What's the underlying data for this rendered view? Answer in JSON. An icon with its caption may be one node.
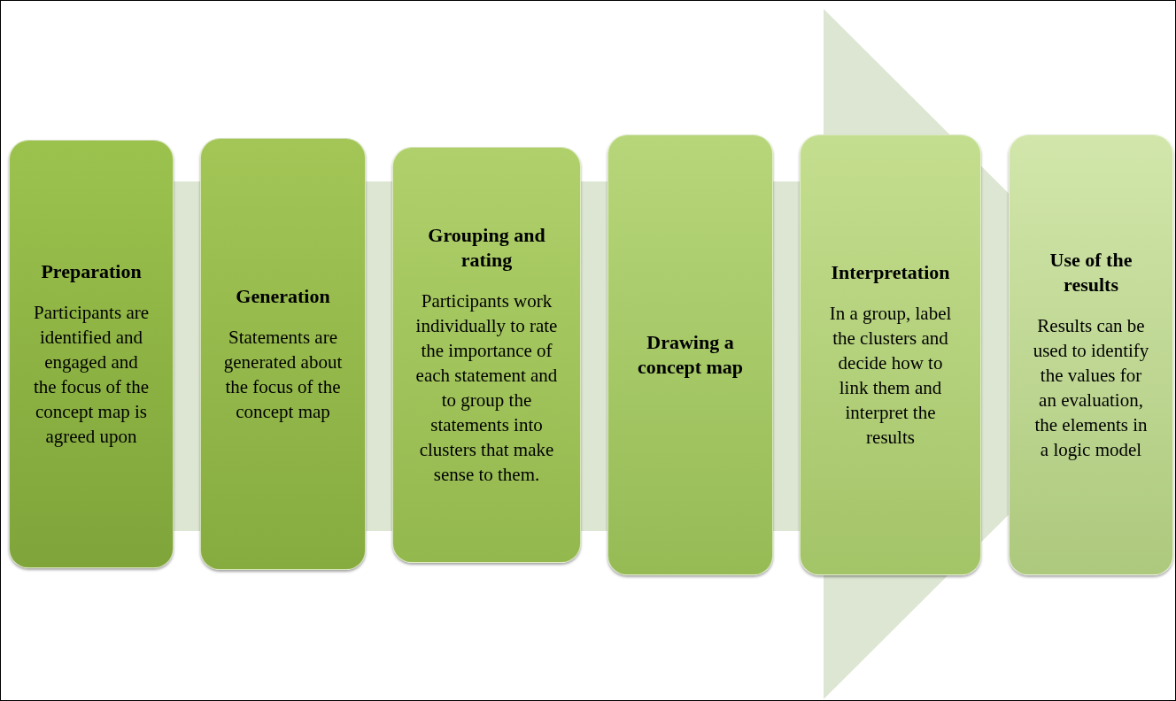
{
  "diagram": {
    "nodes": [
      {
        "text": [
          "Preparation",
          "Participants are identified and engaged and the focus of the concept map is agreed upon"
        ]
      },
      {
        "text": [
          "Generation",
          "Statements are generated about the focus of the concept map"
        ]
      },
      {
        "text": [
          "Grouping and rating",
          "Participants work individually to rate the importance of each statement and to group the statements into clusters that make sense to them."
        ]
      },
      {
        "text": [
          "Drawing a concept map"
        ]
      },
      {
        "text": [
          "Interpretation",
          "In a group, label the clusters and decide how to link them  and interpret the results"
        ]
      },
      {
        "text": [
          "Use of the results",
          "Results can be used to identify the values for an evaluation, the elements in a logic model"
        ]
      }
    ],
    "edges": [
      {
        "from": 0,
        "to": 5,
        "arrow": "to"
      }
    ]
  }
}
